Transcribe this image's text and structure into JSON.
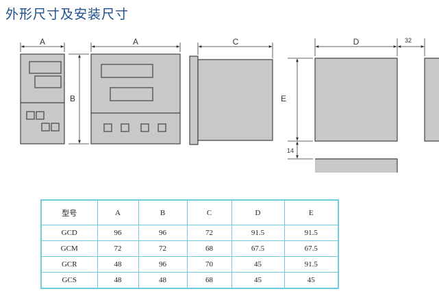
{
  "title": "外形尺寸及安装尺寸",
  "dimension_labels": {
    "A": "A",
    "B": "B",
    "C": "C",
    "D": "D",
    "E": "E",
    "cutout_gap": "32",
    "bottom_gap": "14"
  },
  "colors": {
    "panel_fill": "#c8c8c8",
    "line": "#444444",
    "table_border": "#6ecbe0",
    "title": "#1c4f8c"
  },
  "table": {
    "headers": [
      "型号",
      "A",
      "B",
      "C",
      "D",
      "E"
    ],
    "rows": [
      [
        "GCD",
        "96",
        "96",
        "72",
        "91.5",
        "91.5"
      ],
      [
        "GCM",
        "72",
        "72",
        "68",
        "67.5",
        "67.5"
      ],
      [
        "GCR",
        "48",
        "96",
        "70",
        "45",
        "91.5"
      ],
      [
        "GCS",
        "48",
        "48",
        "68",
        "45",
        "45"
      ]
    ]
  }
}
